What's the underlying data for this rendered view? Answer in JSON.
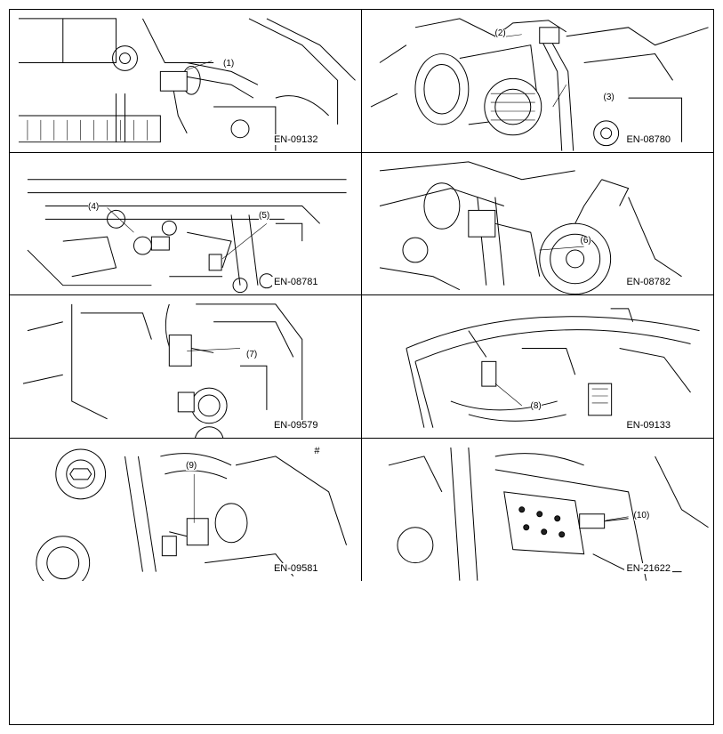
{
  "panels": [
    {
      "code": "EN-09132",
      "callouts": [
        "(1)"
      ]
    },
    {
      "code": "EN-08780",
      "callouts": [
        "(2)",
        "(3)"
      ]
    },
    {
      "code": "EN-08781",
      "callouts": [
        "(4)",
        "(5)"
      ]
    },
    {
      "code": "EN-08782",
      "callouts": [
        "(6)"
      ]
    },
    {
      "code": "EN-09579",
      "callouts": [
        "(7)"
      ]
    },
    {
      "code": "EN-09133",
      "callouts": [
        "(8)"
      ]
    },
    {
      "code": "EN-09581",
      "callouts": [
        "(9)"
      ],
      "mark": "#"
    },
    {
      "code": "EN-21622",
      "callouts": [
        "(10)"
      ]
    }
  ]
}
